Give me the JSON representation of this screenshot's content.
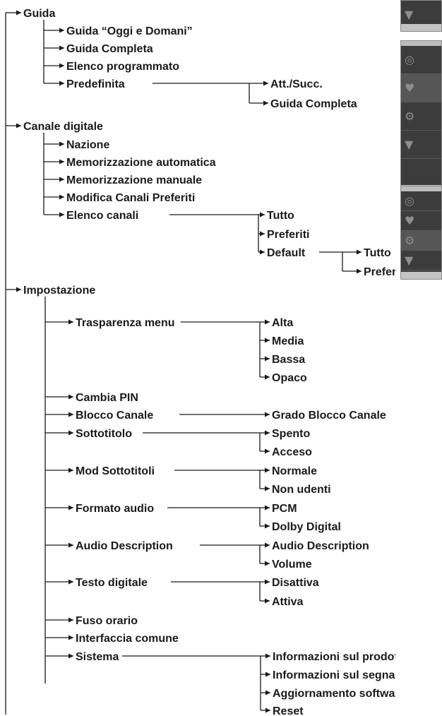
{
  "menu_tree": [
    {
      "id": "n-guida",
      "label": "Guida",
      "children": [
        {
          "id": "n-guida-oggi",
          "label": "Guida “Oggi e Domani”"
        },
        {
          "id": "n-guida-completa",
          "label": "Guida Completa"
        },
        {
          "id": "n-elenco-programmato",
          "label": "Elenco programmato"
        },
        {
          "id": "n-predefinita",
          "label": "Predefinita",
          "children": [
            {
              "id": "n-att-succ",
              "label": "Att./Succ."
            },
            {
              "id": "n-predef-guida-completa",
              "label": "Guida Completa"
            }
          ]
        }
      ]
    },
    {
      "id": "n-canale-digitale",
      "label": "Canale digitale",
      "children": [
        {
          "id": "n-nazione",
          "label": "Nazione"
        },
        {
          "id": "n-memo-auto",
          "label": "Memorizzazione automatica"
        },
        {
          "id": "n-memo-manuale",
          "label": "Memorizzazione manuale"
        },
        {
          "id": "n-modifica-preferiti",
          "label": "Modifica Canali Preferiti"
        },
        {
          "id": "n-elenco-canali",
          "label": "Elenco canali",
          "children": [
            {
              "id": "n-tutto",
              "label": "Tutto"
            },
            {
              "id": "n-preferiti",
              "label": "Preferiti"
            },
            {
              "id": "n-default",
              "label": "Default",
              "children": [
                {
                  "id": "n-default-tutto",
                  "label": "Tutto"
                },
                {
                  "id": "n-default-preferiti",
                  "label": "Preferiti"
                }
              ]
            }
          ]
        }
      ]
    },
    {
      "id": "n-impostazione",
      "label": "Impostazione",
      "children": [
        {
          "id": "n-trasparenza",
          "label": "Trasparenza menu",
          "children": [
            {
              "id": "n-alta",
              "label": "Alta"
            },
            {
              "id": "n-media",
              "label": "Media"
            },
            {
              "id": "n-bassa",
              "label": "Bassa"
            },
            {
              "id": "n-opaco",
              "label": "Opaco"
            }
          ]
        },
        {
          "id": "n-cambia-pin",
          "label": "Cambia PIN"
        },
        {
          "id": "n-blocco-canale",
          "label": "Blocco Canale",
          "children": [
            {
              "id": "n-grado-blocco",
              "label": "Grado Blocco Canale"
            }
          ]
        },
        {
          "id": "n-sottotitolo",
          "label": "Sottotitolo",
          "children": [
            {
              "id": "n-spento",
              "label": "Spento"
            },
            {
              "id": "n-acceso",
              "label": "Acceso"
            }
          ]
        },
        {
          "id": "n-mod-sottotitoli",
          "label": "Mod Sottotitoli",
          "children": [
            {
              "id": "n-normale",
              "label": "Normale"
            },
            {
              "id": "n-non-udenti",
              "label": "Non udenti"
            }
          ]
        },
        {
          "id": "n-formato-audio",
          "label": "Formato audio",
          "children": [
            {
              "id": "n-pcm",
              "label": "PCM"
            },
            {
              "id": "n-dolby",
              "label": "Dolby Digital"
            }
          ]
        },
        {
          "id": "n-audio-description",
          "label": "Audio Description",
          "children": [
            {
              "id": "n-ad-audio-description",
              "label": "Audio Description"
            },
            {
              "id": "n-ad-volume",
              "label": "Volume"
            }
          ]
        },
        {
          "id": "n-testo-digitale",
          "label": "Testo digitale",
          "children": [
            {
              "id": "n-disattiva",
              "label": "Disattiva"
            },
            {
              "id": "n-attiva",
              "label": "Attiva"
            }
          ]
        },
        {
          "id": "n-fuso-orario",
          "label": "Fuso orario"
        },
        {
          "id": "n-interfaccia-comune",
          "label": "Interfaccia comune"
        },
        {
          "id": "n-sistema",
          "label": "Sistema",
          "children": [
            {
              "id": "n-info-prodotto",
              "label": "Informazioni sul prodotto"
            },
            {
              "id": "n-info-segnale",
              "label": "Informazioni sul segnale"
            },
            {
              "id": "n-aggiornamento",
              "label": "Aggiornamento software"
            },
            {
              "id": "n-reset",
              "label": "Reset"
            }
          ]
        }
      ]
    }
  ],
  "thumbnails": [
    {
      "id": "thumb-1",
      "icons": [
        "signal-icon"
      ]
    },
    {
      "id": "thumb-2",
      "icons": [
        "globe-icon",
        "shield-icon",
        "gear-icon",
        "signal-icon"
      ],
      "selected": 1
    },
    {
      "id": "thumb-3",
      "icons": [
        "globe-icon",
        "shield-icon",
        "gear-icon",
        "signal-icon"
      ],
      "selected": 2
    }
  ],
  "colors": {
    "line": "#1a1a1a",
    "text": "#1a1a1a",
    "thumbnail": "#3c3c3c"
  }
}
